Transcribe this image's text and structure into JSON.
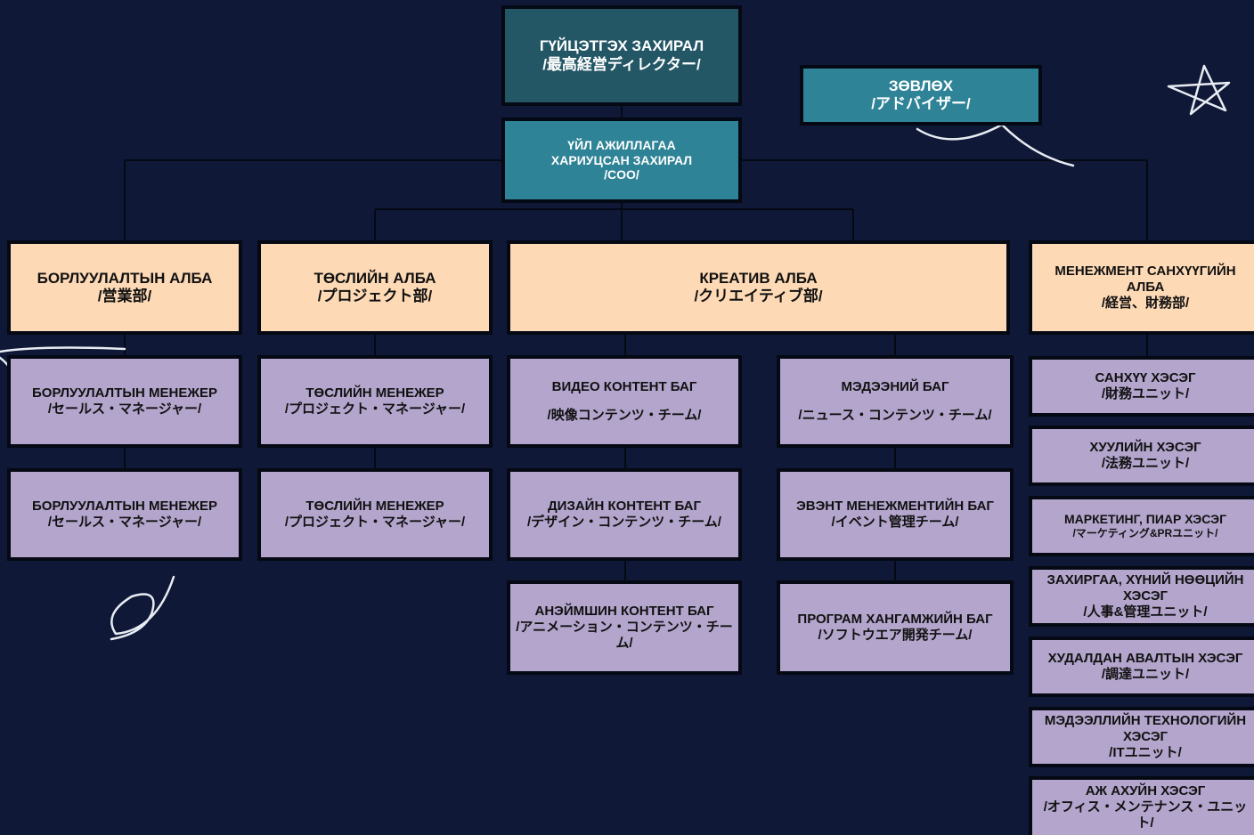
{
  "ceo": {
    "title": "ГҮЙЦЭТГЭХ ЗАХИРАЛ",
    "subtitle": "/最高経営ディレクター/"
  },
  "advisor": {
    "title": "ЗӨВЛӨХ",
    "subtitle": "/アドバイザー/"
  },
  "coo": {
    "line1": "ҮЙЛ АЖИЛЛАГАА",
    "line2": "ХАРИУЦСАН ЗАХИРАЛ",
    "line3": "/COO/"
  },
  "departments": [
    {
      "title": "БОРЛУУЛАЛТЫН АЛБА",
      "subtitle": "/営業部/"
    },
    {
      "title": "ТӨСЛИЙН АЛБА",
      "subtitle": "/プロジェクト部/"
    },
    {
      "title": "КРЕАТИВ АЛБА",
      "subtitle": "/クリエイティブ部/"
    },
    {
      "title": "МЕНЕЖМЕНТ САНХҮҮГИЙН АЛБА",
      "subtitle": "/経営、財務部/"
    }
  ],
  "sales": [
    {
      "title": "БОРЛУУЛАЛТЫН МЕНЕЖЕР",
      "subtitle": "/セールス・マネージャー/"
    },
    {
      "title": "БОРЛУУЛАЛТЫН МЕНЕЖЕР",
      "subtitle": "/セールス・マネージャー/"
    }
  ],
  "project": [
    {
      "title": "ТӨСЛИЙН МЕНЕЖЕР",
      "subtitle": "/プロジェクト・マネージャー/"
    },
    {
      "title": "ТӨСЛИЙН МЕНЕЖЕР",
      "subtitle": "/プロジェクト・マネージャー/"
    }
  ],
  "creative_left": [
    {
      "title": "ВИДЕО КОНТЕНТ БАГ",
      "subtitle": "/映像コンテンツ・チーム/"
    },
    {
      "title": "ДИЗАЙН КОНТЕНТ БАГ",
      "subtitle": "/デザイン・コンテンツ・チーム/"
    },
    {
      "title": "АНЭЙМШИН КОНТЕНТ БАГ",
      "subtitle": "/アニメーション・コンテンツ・チーム/"
    }
  ],
  "creative_right": [
    {
      "title": "МЭДЭЭНИЙ БАГ",
      "subtitle": "/ニュース・コンテンツ・チーム/"
    },
    {
      "title": "ЭВЭНТ МЕНЕЖМЕНТИЙН БАГ",
      "subtitle": "/イベント管理チーム/"
    },
    {
      "title": "ПРОГРАМ ХАНГАМЖИЙН БАГ",
      "subtitle": "/ソフトウエア開発チーム/"
    }
  ],
  "management": [
    {
      "title": "САНХҮҮ ХЭСЭГ",
      "subtitle": "/財務ユニット/"
    },
    {
      "title": "ХУУЛИЙН ХЭСЭГ",
      "subtitle": "/法務ユニット/"
    },
    {
      "title": "МАРКЕТИНГ, ПИАР ХЭСЭГ",
      "subtitle": "/マーケティング&PRユニット/"
    },
    {
      "title": "ЗАХИРГАА, ХҮНИЙ НӨӨЦИЙН ХЭСЭГ",
      "subtitle": "/人事&管理ユニット/"
    },
    {
      "title": "ХУДАЛДАН АВАЛТЫН ХЭСЭГ",
      "subtitle": "/調達ユニット/"
    },
    {
      "title": "МЭДЭЭЛЛИЙН ТЕХНОЛОГИЙН ХЭСЭГ",
      "subtitle": "/ITユニット/"
    },
    {
      "title": "АЖ АХУЙН ХЭСЭГ",
      "subtitle": "/オフィス・メンテナンス・ユニット/"
    }
  ],
  "colors": {
    "background": "#0f1837",
    "ceo": "#235766",
    "teal": "#2e8396",
    "department": "#fdd9b5",
    "team": "#b3a5cc",
    "border": "#050913"
  }
}
